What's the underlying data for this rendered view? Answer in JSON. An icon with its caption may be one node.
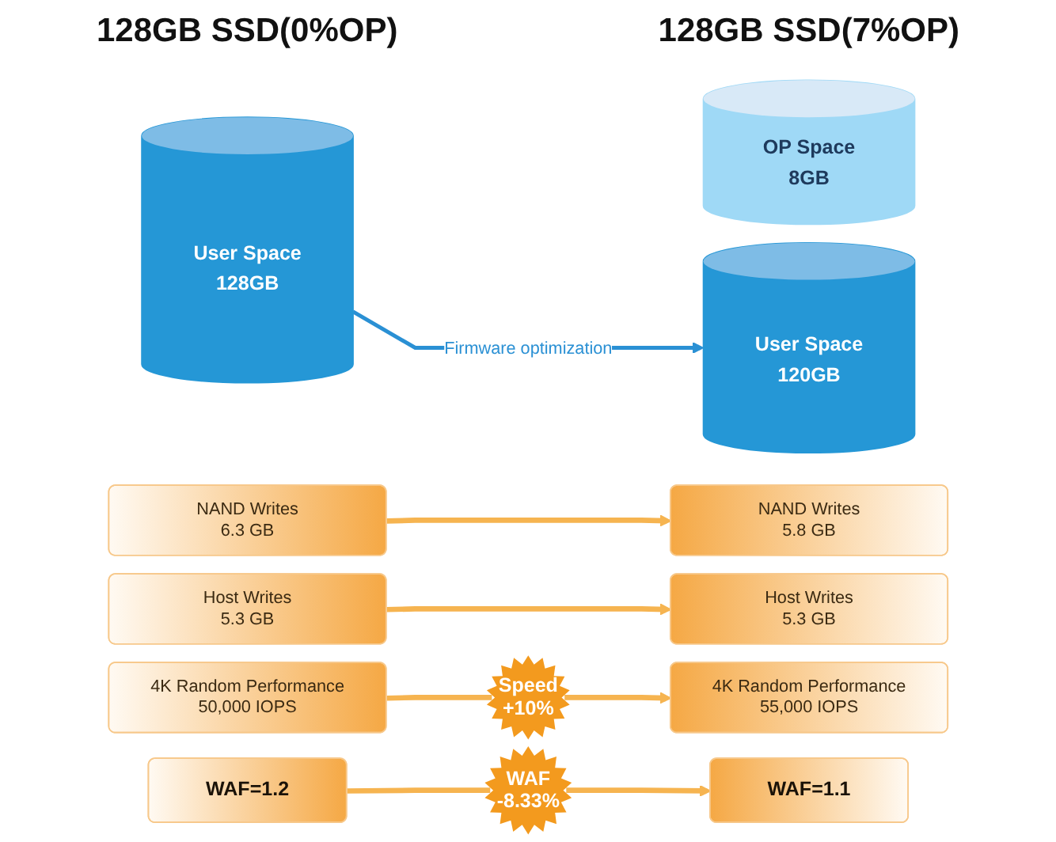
{
  "diagram": {
    "nodes": [
      {
        "text": [
          "User Space",
          "128GB"
        ]
      },
      {
        "text": [
          "OP Space",
          "8GB"
        ]
      },
      {
        "text": [
          "User Space",
          "120GB"
        ]
      },
      {
        "text": [
          "NAND Writes",
          "6.3 GB"
        ]
      },
      {
        "text": [
          "NAND Writes",
          "5.8 GB"
        ]
      },
      {
        "text": [
          "Host Writes",
          "5.3 GB"
        ]
      },
      {
        "text": [
          "Host Writes",
          "5.3 GB"
        ]
      },
      {
        "text": [
          "4K Random Performance",
          "50,000 IOPS"
        ]
      },
      {
        "text": [
          "Speed",
          "+10%"
        ]
      },
      {
        "text": [
          "4K Random Performance",
          "55,000 IOPS"
        ]
      },
      {
        "text": [
          "WAF=1.2"
        ]
      },
      {
        "text": [
          "WAF",
          "-8.33%"
        ]
      },
      {
        "text": [
          "WAF=1.1"
        ]
      }
    ],
    "edges": [
      {
        "from": 0,
        "to": 2,
        "arrow": "to",
        "label": "Firmware optimization",
        "color": "#2a90d4"
      },
      {
        "from": 3,
        "to": 4,
        "arrow": "to"
      },
      {
        "from": 5,
        "to": 6,
        "arrow": "to"
      },
      {
        "from": 7,
        "to": 8,
        "arrow": "none"
      },
      {
        "from": 8,
        "to": 9,
        "arrow": "to"
      },
      {
        "from": 10,
        "to": 11,
        "arrow": "none"
      },
      {
        "from": 11,
        "to": 12,
        "arrow": "to"
      }
    ],
    "labels": [
      "128GB SSD(0%OP)",
      "128GB SSD(7%OP)"
    ]
  }
}
